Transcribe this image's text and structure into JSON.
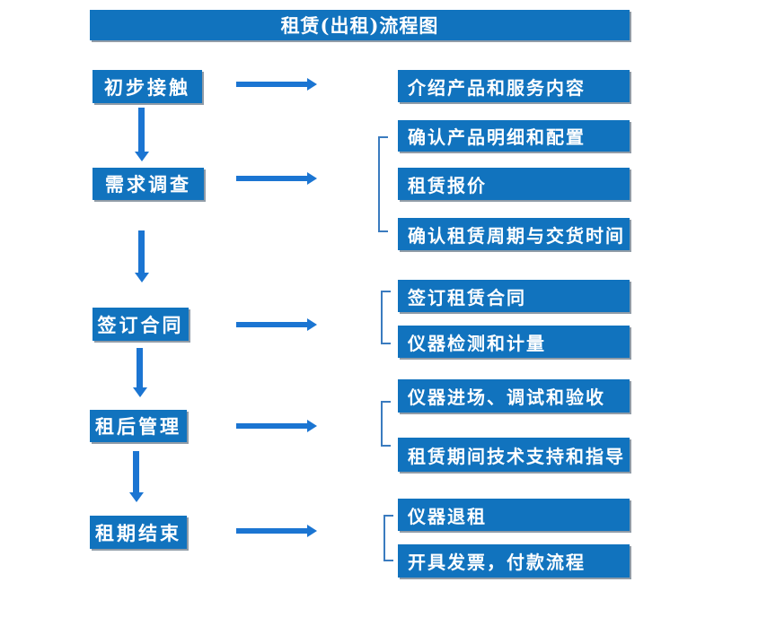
{
  "page": {
    "title": "租赁(出租)流程图"
  },
  "colors": {
    "box_fill": "#1173BE",
    "arrow": "#1B75D2",
    "bracket": "#3A7BBF",
    "box_text": "#FFFFFF",
    "background": "#FFFFFF"
  },
  "flow": {
    "stages": [
      {
        "label": "初步接触",
        "outputs": [
          "介绍产品和服务内容"
        ]
      },
      {
        "label": "需求调查",
        "outputs": [
          "确认产品明细和配置",
          "租赁报价",
          "确认租赁周期与交货时间"
        ]
      },
      {
        "label": "签订合同",
        "outputs": [
          "签订租赁合同",
          "仪器检测和计量"
        ]
      },
      {
        "label": "租后管理",
        "outputs": [
          "仪器进场、调试和验收",
          "租赁期间技术支持和指导"
        ]
      },
      {
        "label": "租期结束",
        "outputs": [
          "仪器退租",
          "开具发票，付款流程"
        ]
      }
    ]
  }
}
